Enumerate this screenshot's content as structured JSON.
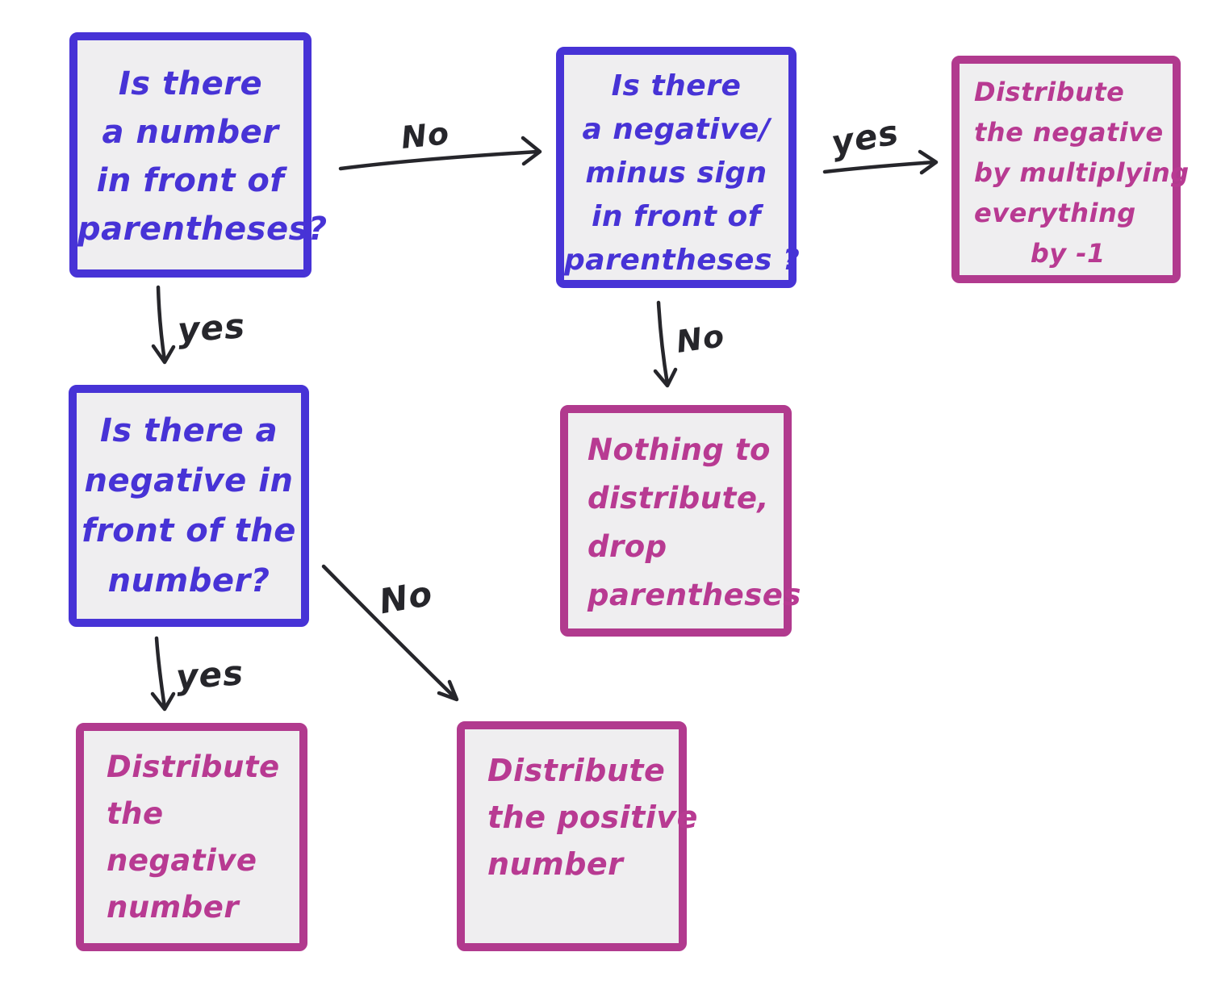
{
  "colors": {
    "background": "#ffffff",
    "box_fill": "#efeef0",
    "question": "#4733d6",
    "answer_border": "#b13a8e",
    "answer_text": "#b83a92",
    "arrow": "#26262b"
  },
  "nodes": [
    {
      "id": "q-number-in-front",
      "kind": "question",
      "text": "Is there\na number\nin front of\nparentheses?"
    },
    {
      "id": "q-negative-minus-sign",
      "kind": "question",
      "text": "Is there\na negative/\nminus sign\nin front of\nparentheses ?"
    },
    {
      "id": "a-distribute-negative-by-minus-one",
      "kind": "answer",
      "text": "Distribute\nthe negative\nby multiplying\neverything\n      by -1"
    },
    {
      "id": "q-negative-in-front-of-number",
      "kind": "question",
      "text": "Is there a\nnegative in\nfront of the\nnumber?"
    },
    {
      "id": "a-nothing-to-distribute",
      "kind": "answer",
      "text": "Nothing to\ndistribute,\ndrop\nparentheses"
    },
    {
      "id": "a-distribute-negative-number",
      "kind": "answer",
      "text": "Distribute\nthe\nnegative\nnumber"
    },
    {
      "id": "a-distribute-positive-number",
      "kind": "answer",
      "text": "Distribute\nthe positive\nnumber"
    }
  ],
  "edges": [
    {
      "from": "q-number-in-front",
      "to": "q-negative-minus-sign",
      "label": "No"
    },
    {
      "from": "q-negative-minus-sign",
      "to": "a-distribute-negative-by-minus-one",
      "label": "yes"
    },
    {
      "from": "q-number-in-front",
      "to": "q-negative-in-front-of-number",
      "label": "yes"
    },
    {
      "from": "q-negative-minus-sign",
      "to": "a-nothing-to-distribute",
      "label": "No"
    },
    {
      "from": "q-negative-in-front-of-number",
      "to": "a-distribute-negative-number",
      "label": "yes"
    },
    {
      "from": "q-negative-in-front-of-number",
      "to": "a-distribute-positive-number",
      "label": "No"
    }
  ]
}
